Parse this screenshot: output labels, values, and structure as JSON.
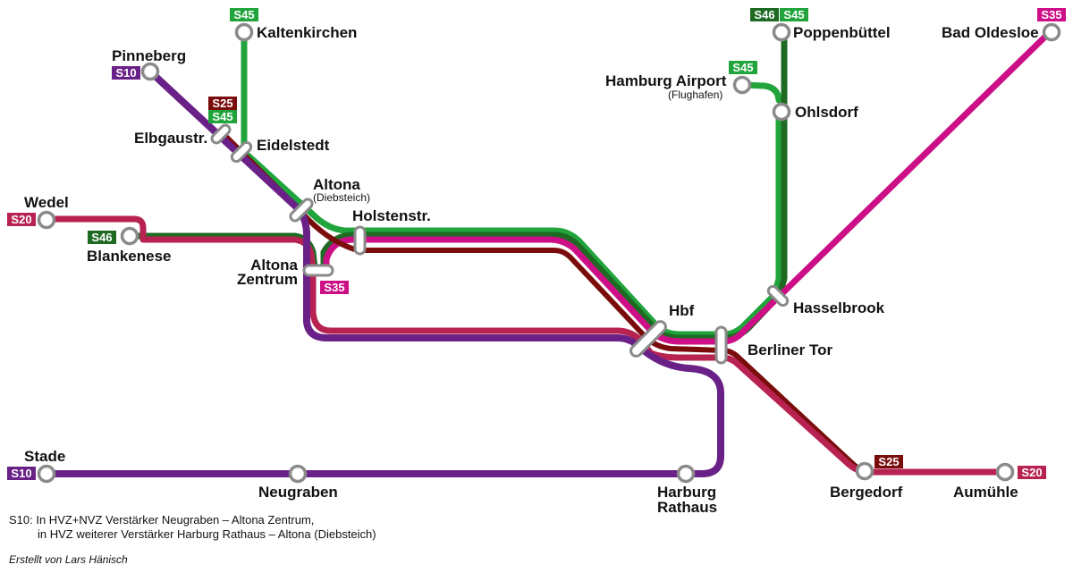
{
  "colors": {
    "S10": "#6a2187",
    "S20": "#b72251",
    "S25": "#7a0c0c",
    "S35": "#cc0f86",
    "S45": "#20a43b",
    "S46": "#1f6a23",
    "stop_stroke": "#8a8a8a"
  },
  "stations": {
    "kaltenkirchen": "Kaltenkirchen",
    "pinneberg": "Pinneberg",
    "poppenbuettel": "Poppenbüttel",
    "bad_oldesloe": "Bad Oldesloe",
    "hamburg_airport": "Hamburg Airport",
    "hamburg_airport_sub": "(Flughafen)",
    "ohlsdorf": "Ohlsdorf",
    "elbgaustr": "Elbgaustr.",
    "eidelstedt": "Eidelstedt",
    "altona_diebsteich": "Altona",
    "altona_diebsteich_sub": "(Diebsteich)",
    "holstenstr": "Holstenstr.",
    "wedel": "Wedel",
    "blankenese": "Blankenese",
    "altona_zentrum_1": "Altona",
    "altona_zentrum_2": "Zentrum",
    "hbf": "Hbf",
    "hasselbrook": "Hasselbrook",
    "berliner_tor": "Berliner Tor",
    "stade": "Stade",
    "neugraben": "Neugraben",
    "harburg_rathaus_1": "Harburg",
    "harburg_rathaus_2": "Rathaus",
    "bergedorf": "Bergedorf",
    "aumuehle": "Aumühle"
  },
  "badges": {
    "kaltenkirchen_s45": "S45",
    "pinneberg_s10": "S10",
    "poppenbuettel_s46": "S46",
    "poppenbuettel_s45": "S45",
    "bad_oldesloe_s35": "S35",
    "airport_s45": "S45",
    "elbgau_s25": "S25",
    "elbgau_s45": "S45",
    "wedel_s20": "S20",
    "blankenese_s46": "S46",
    "altona_zentrum_s35": "S35",
    "stade_s10": "S10",
    "bergedorf_s25": "S25",
    "aumuehle_s20": "S20"
  },
  "notes": {
    "line1": "S10: In HVZ+NVZ Verstärker Neugraben – Altona Zentrum,",
    "line2": "in HVZ weiterer Verstärker Harburg Rathaus – Altona (Diebsteich)",
    "credit": "Erstellt von Lars Hänisch"
  }
}
